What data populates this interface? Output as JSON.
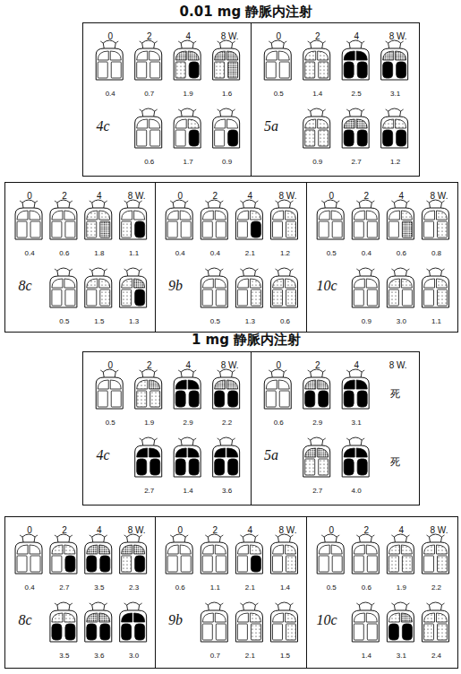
{
  "diagram": {
    "nodes": [
      {
        "text": [
          "0",
          "2",
          "4",
          "8 W.",
          "4c",
          "0.4",
          "0.7",
          "1.9",
          "1.6",
          "0.6",
          "1.7",
          "0.9"
        ]
      },
      {
        "text": [
          "0",
          "2",
          "4",
          "8 W.",
          "5a",
          "0.5",
          "1.4",
          "2.5",
          "3.1",
          "0.9",
          "2.7",
          "1.2"
        ]
      },
      {
        "text": [
          "0",
          "2",
          "4",
          "8 W.",
          "8c",
          "0.4",
          "0.6",
          "1.8",
          "1.1",
          "0.5",
          "1.5",
          "1.3"
        ]
      },
      {
        "text": [
          "0",
          "2",
          "4",
          "8 W.",
          "9b",
          "0.4",
          "0.4",
          "2.1",
          "1.2",
          "0.5",
          "1.3",
          "0.6"
        ]
      },
      {
        "text": [
          "0",
          "2",
          "4",
          "8 W.",
          "10c",
          "0.5",
          "0.4",
          "0.6",
          "0.8",
          "0.9",
          "3.0",
          "1.1"
        ]
      },
      {
        "text": [
          "0",
          "2",
          "4",
          "8 W.",
          "4c",
          "0.5",
          "1.9",
          "2.9",
          "2.2",
          "2.7",
          "1.4",
          "3.6"
        ]
      },
      {
        "text": [
          "0",
          "2",
          "4",
          "8 W.",
          "5a",
          "0.6",
          "2.9",
          "3.1",
          "死",
          "2.7",
          "4.0",
          "死"
        ]
      },
      {
        "text": [
          "0",
          "2",
          "4",
          "8 W.",
          "8c",
          "0.4",
          "2.7",
          "3.5",
          "2.3",
          "3.5",
          "3.6",
          "3.0"
        ]
      },
      {
        "text": [
          "0",
          "2",
          "4",
          "8 W.",
          "9b",
          "0.6",
          "1.1",
          "2.1",
          "1.4",
          "0.7",
          "2.1",
          "1.5"
        ]
      },
      {
        "text": [
          "0",
          "2",
          "4",
          "8 W.",
          "10c",
          "0.5",
          "0.6",
          "1.9",
          "2.2",
          "1.4",
          "3.1",
          "2.4"
        ]
      }
    ],
    "labels": [
      "0.01 mg 静脈内注射",
      "1 mg 静脈内注射"
    ]
  }
}
